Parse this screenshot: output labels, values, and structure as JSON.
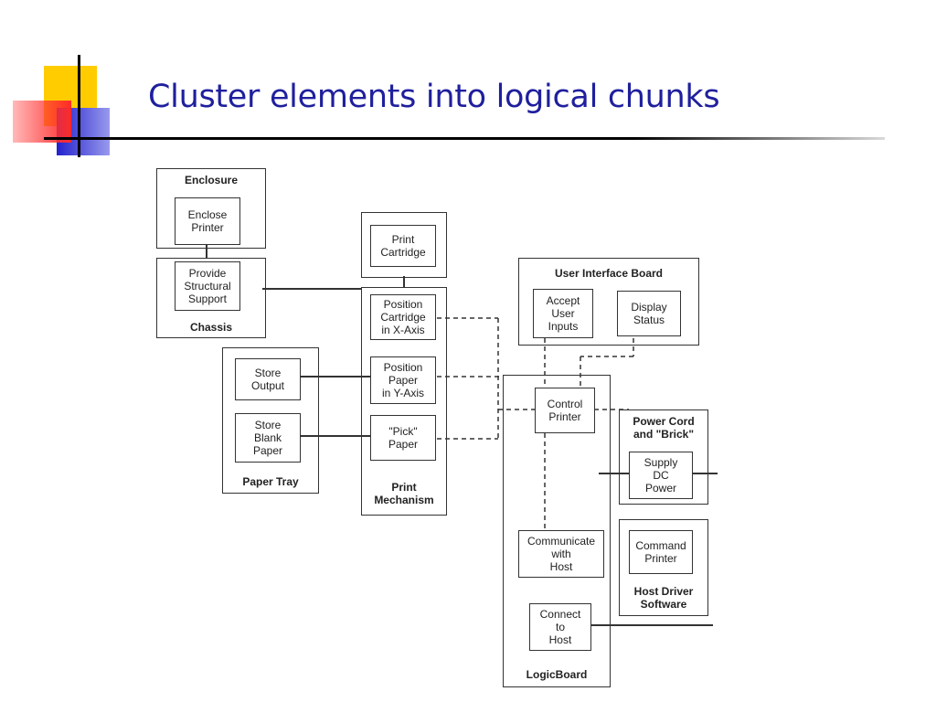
{
  "slide": {
    "title": "Cluster elements into logical chunks"
  },
  "diagram": {
    "groups": {
      "enclosure": "Enclosure",
      "chassis": "Chassis",
      "paper_tray": "Paper Tray",
      "print_mechanism": "Print\nMechanism",
      "user_interface_board": "User Interface Board",
      "power_cord": "Power Cord\nand \"Brick\"",
      "host_driver": "Host Driver\nSoftware",
      "logic_board": "LogicBoard"
    },
    "boxes": {
      "enclose_printer": "Enclose\nPrinter",
      "structural_support": "Provide\nStructural\nSupport",
      "print_cartridge": "Print\nCartridge",
      "position_cartridge": "Position\nCartridge\nin X-Axis",
      "position_paper": "Position\nPaper\nin Y-Axis",
      "pick_paper": "\"Pick\"\nPaper",
      "store_output": "Store\nOutput",
      "store_blank": "Store\nBlank\nPaper",
      "accept_inputs": "Accept\nUser\nInputs",
      "display_status": "Display\nStatus",
      "control_printer": "Control\nPrinter",
      "supply_dc": "Supply\nDC\nPower",
      "communicate_host": "Communicate\nwith\nHost",
      "command_printer": "Command\nPrinter",
      "connect_host": "Connect\nto\nHost"
    }
  },
  "colors": {
    "title": "#1f1f9e",
    "deco_yellow": "#ffcc00",
    "deco_red": "#ff3333",
    "deco_blue": "#2222cc"
  }
}
